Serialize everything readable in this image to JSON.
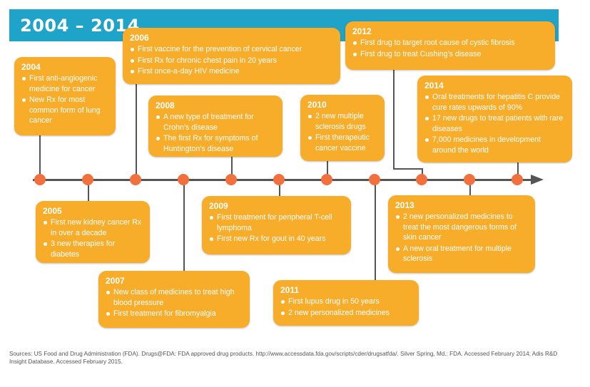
{
  "header": {
    "title": "2004 – 2014"
  },
  "cards": {
    "y2004": {
      "year": "2004",
      "items": [
        "First anti-angiogenic medicine for cancer",
        "New Rx for most common form of lung cancer"
      ]
    },
    "y2005": {
      "year": "2005",
      "items": [
        "First new kidney cancer Rx in over a decade",
        "3 new therapies for diabetes"
      ]
    },
    "y2006": {
      "year": "2006",
      "items": [
        "First vaccine for the prevention of cervical cancer",
        "First Rx for chronic chest pain in 20 years",
        "First once-a-day HIV medicine"
      ]
    },
    "y2007": {
      "year": "2007",
      "items": [
        "New class of medicines to treat high blood pressure",
        "First treatment for fibromyalgia"
      ]
    },
    "y2008": {
      "year": "2008",
      "items": [
        "A new type of treatment for Crohn’s disease",
        "The first Rx for symptoms of Huntington’s disease"
      ]
    },
    "y2009": {
      "year": "2009",
      "items": [
        "First treatment for peripheral T-cell lymphoma",
        "First new Rx for gout in 40 years"
      ]
    },
    "y2010": {
      "year": "2010",
      "items": [
        "2 new multiple sclerosis drugs",
        "First therapeutic cancer vaccine"
      ]
    },
    "y2011": {
      "year": "2011",
      "items": [
        "First lupus drug in 50 years",
        "2 new personalized medicines"
      ]
    },
    "y2012": {
      "year": "2012",
      "items": [
        "First drug to target root cause of cystic fibrosis",
        "First drug to treat Cushing’s disease"
      ]
    },
    "y2013": {
      "year": "2013",
      "items": [
        "2 new personalized medicines to treat the most dangerous forms of skin cancer",
        "A new oral treatment for multiple sclerosis"
      ]
    },
    "y2014": {
      "year": "2014",
      "items": [
        "Oral treatments for hepatitis C provide cure rates upwards of 90%",
        "17 new drugs to treat patients with rare diseases",
        "7,000 medicines in development around the world"
      ]
    }
  },
  "sources": "Sources: US Food and Drug Administration (FDA). Drugs@FDA: FDA approved drug products. http://www.accessdata.fda.gov/scripts/cder/drugsatfda/. Silver Spring, Md.: FDA. Accessed February 2014; Adis R&D Insight Database. Accessed February 2015.",
  "colors": {
    "header": "#1fa3c9",
    "card": "#f8ad2a",
    "dot": "#f26f3e",
    "axis": "#555555"
  }
}
